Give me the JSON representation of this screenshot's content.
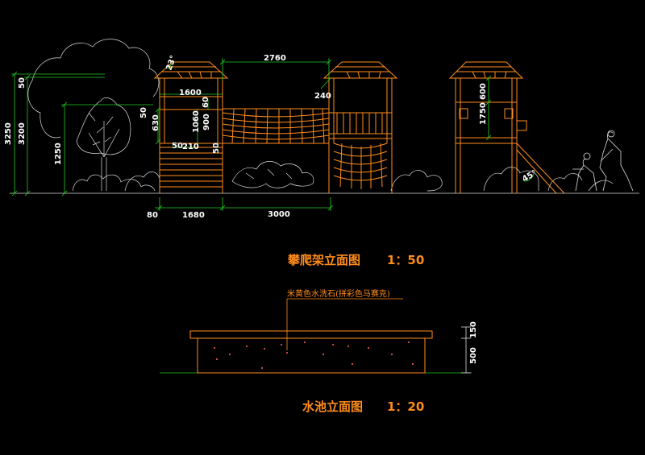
{
  "drawing1": {
    "title": "攀爬架立面图",
    "scale": "1：50",
    "dims": {
      "d2760": "2760",
      "d23": "23°",
      "d1600": "1600",
      "d60": "60",
      "d240": "240",
      "d50a": "50",
      "d630": "630",
      "d1060": "1060",
      "d900": "900",
      "d50b": "50",
      "d210": "210",
      "d50c": "50",
      "d3250": "3250",
      "d3200": "3200",
      "d50d": "50",
      "d1250": "1250",
      "d80": "80",
      "d1680": "1680",
      "d3000": "3000",
      "d600": "600",
      "d1750": "1750",
      "d45": "45°"
    }
  },
  "drawing2": {
    "title": "水池立面图",
    "scale": "1：20",
    "note": "米黄色水洗石(拼彩色马赛克)",
    "dims": {
      "d150": "150",
      "d500": "500"
    }
  },
  "colors": {
    "background": "#000000",
    "structure": "#ff8c1a",
    "vegetation": "#dcdcdc",
    "dimension_lines": "#22cc22",
    "text": "#ffffff",
    "pebbles": "#e05050"
  }
}
